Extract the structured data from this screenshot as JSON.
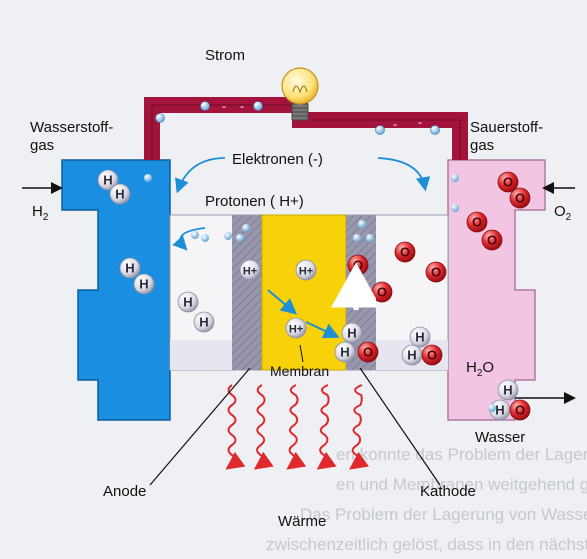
{
  "labels": {
    "strom": "Strom",
    "wasserstoff_line1": "Wasserstoff-",
    "wasserstoff_line2": "gas",
    "sauerstoff_line1": "Sauerstoff-",
    "sauerstoff_line2": "gas",
    "elektronen": "Elektronen (-)",
    "protonen": "Protonen ( H+)",
    "h2": "H",
    "h2_sub": "2",
    "o2": "O",
    "o2_sub": "2",
    "membran": "Membran",
    "anode": "Anode",
    "kathode": "Kathode",
    "waerme": "Wärme",
    "wasser": "Wasser",
    "h2o_main": "H",
    "h2o_sub": "2",
    "h2o_end": "O"
  },
  "atoms": {
    "hydrogen": "H",
    "oxygen": "O",
    "proton": "H+",
    "electron": "-"
  },
  "background_text": [
    "en konnte das Problem der Lagerung von Elekto",
    "en und Membranen weitgehend gelöst werden.",
    "Das Problem der Lagerung von Wasserstoff wurde",
    "zwischenzeitlich gelöst, dass in den nächsten Jahren"
  ],
  "colors": {
    "background": "#eef0f4",
    "hydrogen_tank": "#1a8ee0",
    "oxygen_tank": "#f2c6e2",
    "wire": "#a3133c",
    "membrane": "#f7d20a",
    "electrode": "#8e8da6",
    "heat": "#e0282d",
    "oxygen_atom": "#e0282d",
    "chamber": "#f5f5f7"
  }
}
